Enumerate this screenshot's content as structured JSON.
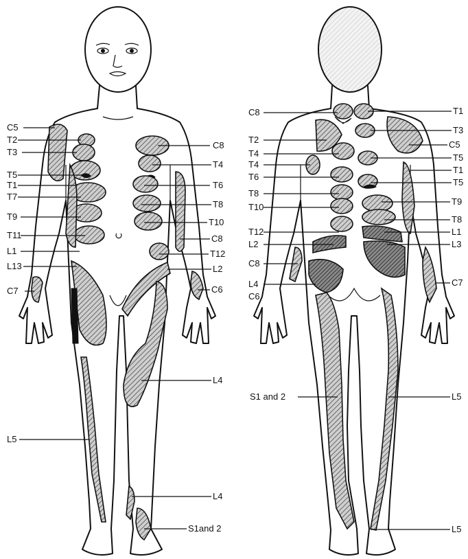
{
  "front_labels_left": [
    {
      "id": "c5",
      "text": "C5"
    },
    {
      "id": "t2",
      "text": "T2"
    },
    {
      "id": "t3",
      "text": "T3"
    },
    {
      "id": "t5",
      "text": "T5"
    },
    {
      "id": "t1",
      "text": "T1"
    },
    {
      "id": "t7",
      "text": "T7"
    },
    {
      "id": "t9",
      "text": "T9"
    },
    {
      "id": "t11",
      "text": "T11"
    },
    {
      "id": "l1",
      "text": "L1"
    },
    {
      "id": "l13",
      "text": "L13"
    },
    {
      "id": "c7",
      "text": "C7"
    },
    {
      "id": "l5",
      "text": "L5"
    }
  ],
  "front_labels_right": [
    {
      "id": "c8",
      "text": "C8"
    },
    {
      "id": "t4",
      "text": "T4"
    },
    {
      "id": "t6",
      "text": "T6"
    },
    {
      "id": "t8",
      "text": "T8"
    },
    {
      "id": "t10",
      "text": "T10"
    },
    {
      "id": "c8b",
      "text": "C8"
    },
    {
      "id": "t12",
      "text": "T12"
    },
    {
      "id": "l2",
      "text": "L2"
    },
    {
      "id": "c6",
      "text": "C6"
    },
    {
      "id": "l4",
      "text": "L4"
    },
    {
      "id": "l4b",
      "text": "L4"
    },
    {
      "id": "s1and2",
      "text": "S1and 2"
    }
  ],
  "back_labels_left": [
    {
      "id": "c8",
      "text": "C8"
    },
    {
      "id": "t2",
      "text": "T2"
    },
    {
      "id": "t4",
      "text": "T4"
    },
    {
      "id": "t4b",
      "text": "T4"
    },
    {
      "id": "t6",
      "text": "T6"
    },
    {
      "id": "t8",
      "text": "T8"
    },
    {
      "id": "t10",
      "text": "T10"
    },
    {
      "id": "t12",
      "text": "T12"
    },
    {
      "id": "l2",
      "text": "L2"
    },
    {
      "id": "c8b",
      "text": "C8"
    },
    {
      "id": "l4",
      "text": "L4"
    },
    {
      "id": "c6",
      "text": "C6"
    },
    {
      "id": "s1and2",
      "text": "S1 and 2"
    }
  ],
  "back_labels_right": [
    {
      "id": "t1",
      "text": "T1"
    },
    {
      "id": "t3",
      "text": "T3"
    },
    {
      "id": "c5",
      "text": "C5"
    },
    {
      "id": "t5",
      "text": "T5"
    },
    {
      "id": "t1b",
      "text": "T1"
    },
    {
      "id": "t5b",
      "text": "T5"
    },
    {
      "id": "t9",
      "text": "T9"
    },
    {
      "id": "t8",
      "text": "T8"
    },
    {
      "id": "l1",
      "text": "L1"
    },
    {
      "id": "l3",
      "text": "L3"
    },
    {
      "id": "c7",
      "text": "C7"
    },
    {
      "id": "l5",
      "text": "L5"
    },
    {
      "id": "l5b",
      "text": "L5"
    }
  ]
}
